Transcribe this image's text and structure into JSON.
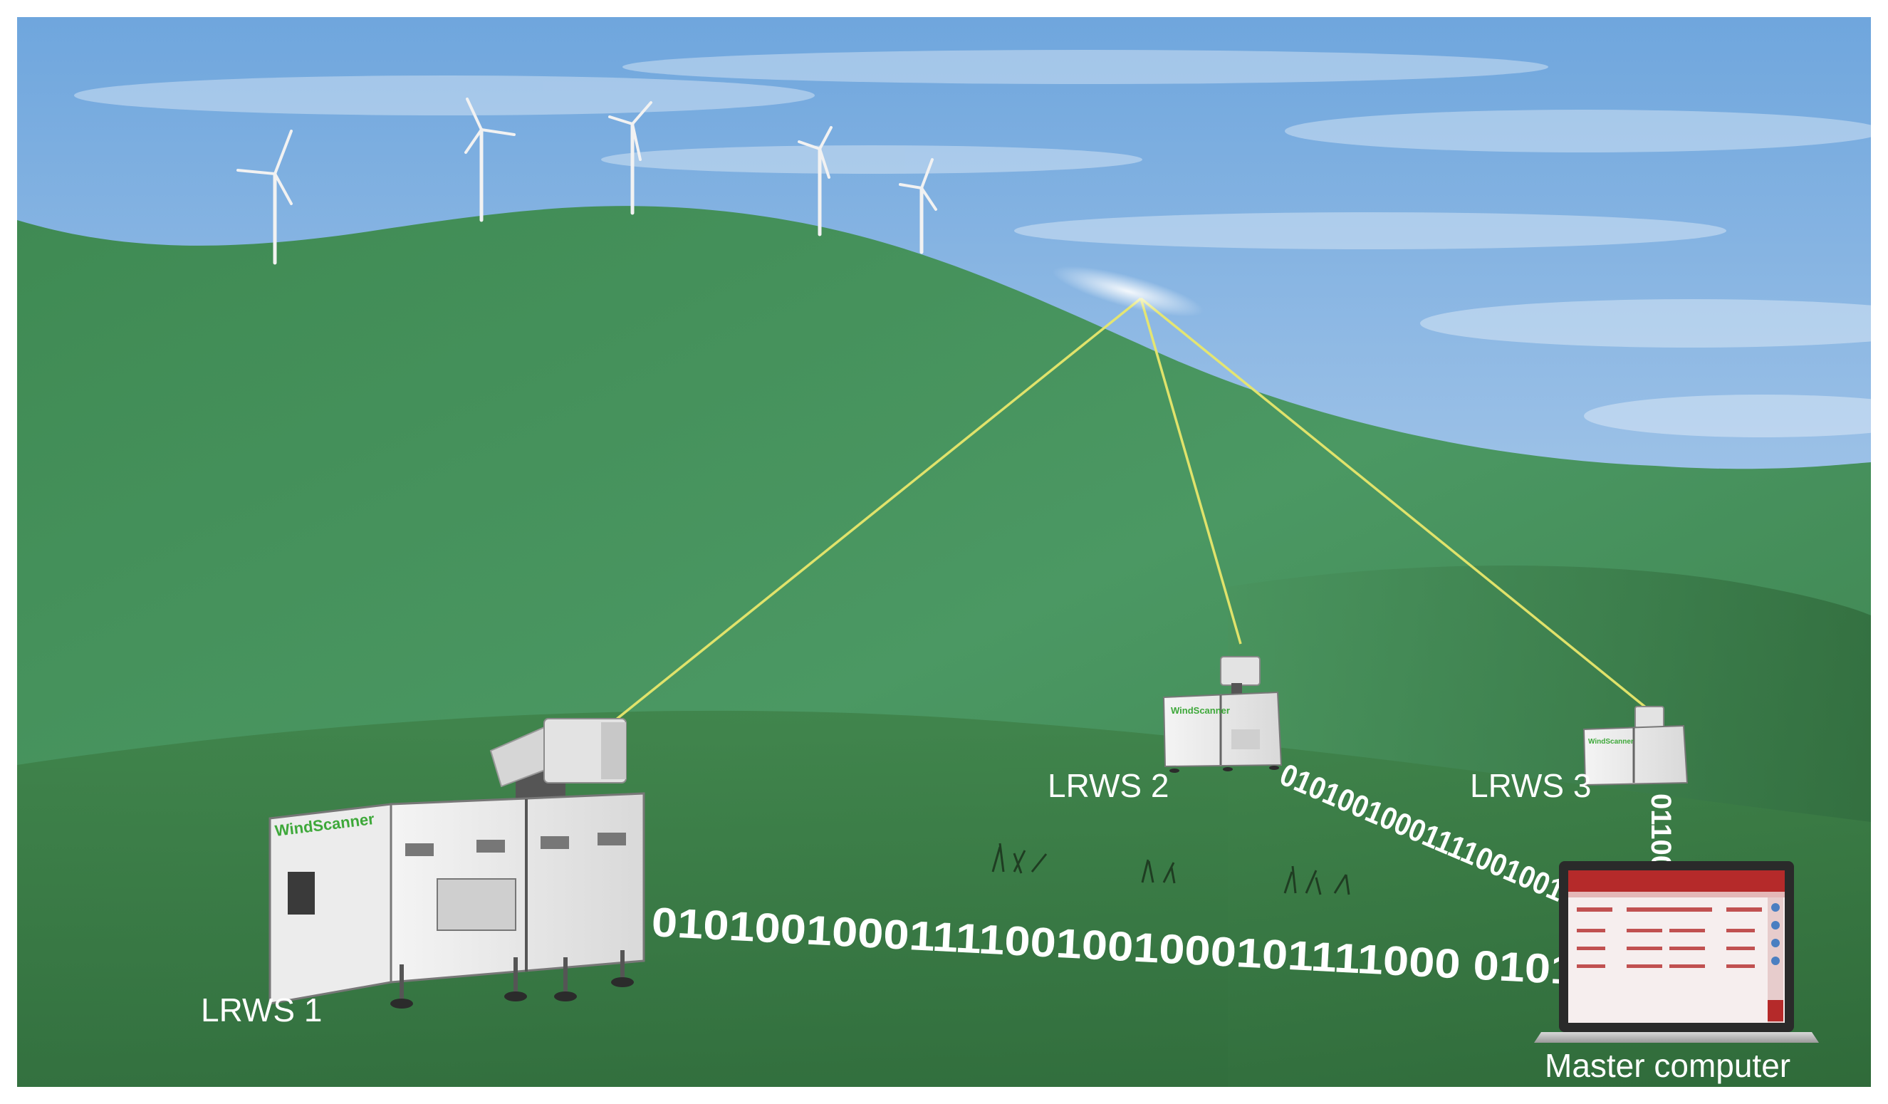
{
  "labels": {
    "lrws1": "LRWS 1",
    "lrws2": "LRWS 2",
    "lrws3": "LRWS 3",
    "master": "Master computer"
  },
  "brand": "WindScanner",
  "binary": {
    "lrws1_stream": "01010010001111001001000101111000 0101",
    "lrws2_stream": "010100100011110010010",
    "lrws3_stream": "01100"
  },
  "colors": {
    "sky_top": "#7fb2e4",
    "sky_bottom": "#c9ddef",
    "hill_light": "#4a9360",
    "hill_dark": "#2f6b3c",
    "laser": "#e8e86a",
    "text": "#ffffff",
    "brand_green": "#3ea83a",
    "screen_red": "#b52a2a"
  }
}
